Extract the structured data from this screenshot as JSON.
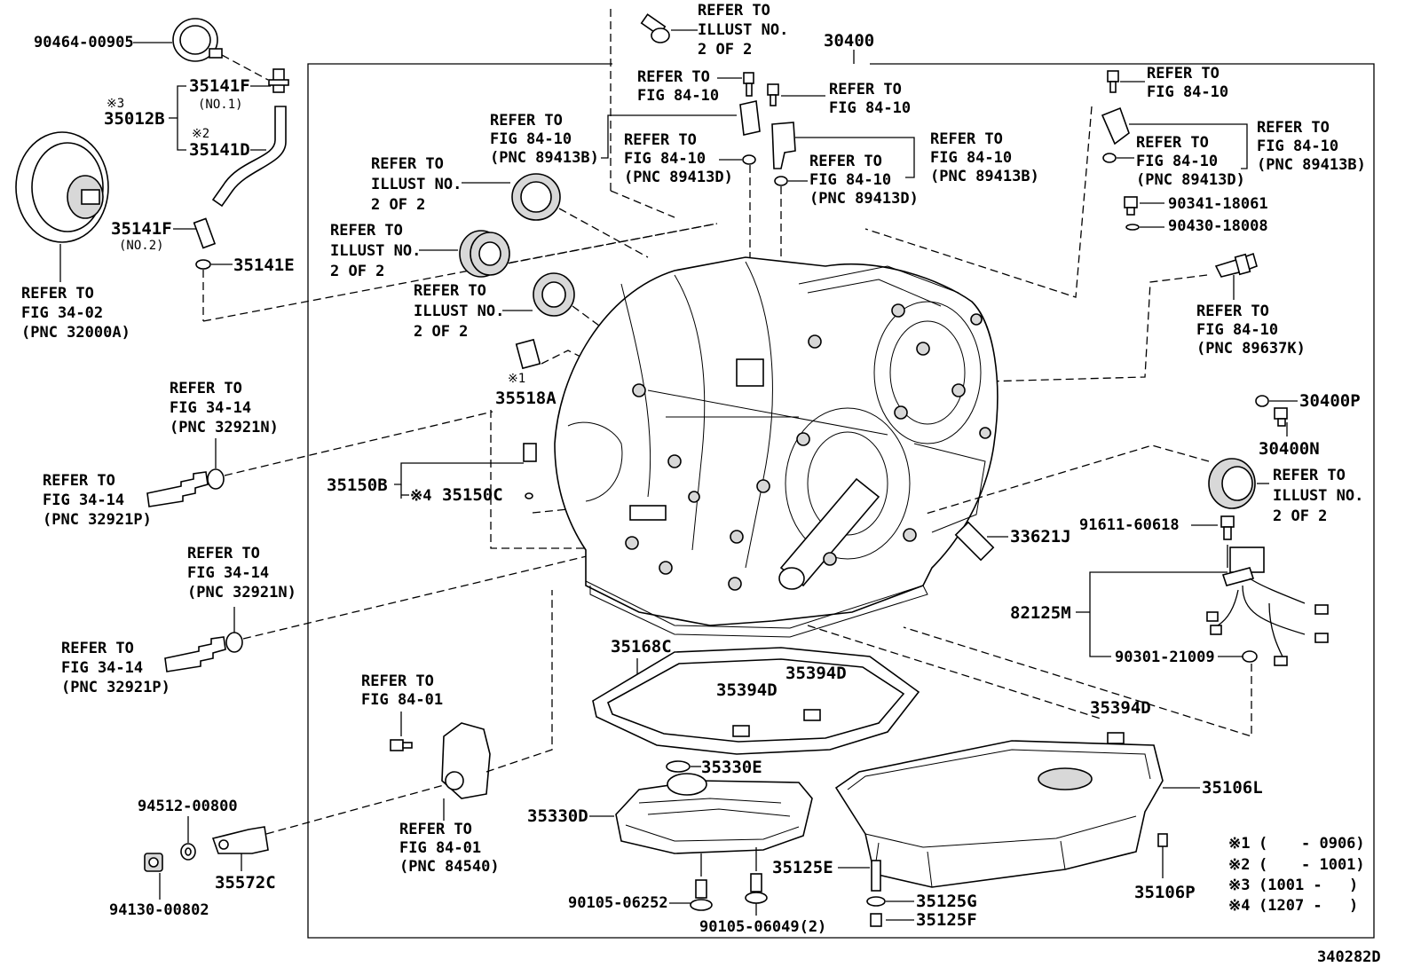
{
  "assembly_number": "30400",
  "footer_code": "340282D",
  "callouts": {
    "refer_illust_top": [
      "REFER TO",
      "ILLUST NO.",
      "2 OF 2"
    ],
    "refer_fig_84_10_a": [
      "REFER TO",
      "FIG 84-10"
    ],
    "refer_fig_84_10_b": [
      "REFER TO",
      "FIG 84-10"
    ],
    "refer_fig_84_10_c": [
      "REFER TO",
      "FIG 84-10"
    ],
    "refer_89413b_left": [
      "REFER TO",
      "FIG 84-10",
      "(PNC 89413B)"
    ],
    "refer_89413d_left": [
      "REFER TO",
      "FIG 84-10",
      "(PNC 89413D)"
    ],
    "refer_89413b_mid": [
      "REFER TO",
      "FIG 84-10",
      "(PNC 89413B)"
    ],
    "refer_89413d_mid": [
      "REFER TO",
      "FIG 84-10",
      "(PNC 89413D)"
    ],
    "refer_89413b_right": [
      "REFER TO",
      "FIG 84-10",
      "(PNC 89413B)"
    ],
    "refer_89413d_right": [
      "REFER TO",
      "FIG 84-10",
      "(PNC 89413D)"
    ],
    "refer_89637k": [
      "REFER TO",
      "FIG 84-10",
      "(PNC 89637K)"
    ],
    "refer_illust_a": [
      "REFER TO",
      "ILLUST NO.",
      "2 OF 2"
    ],
    "refer_illust_b": [
      "REFER TO",
      "ILLUST NO.",
      "2 OF 2"
    ],
    "refer_illust_c": [
      "REFER TO",
      "ILLUST NO.",
      "2 OF 2"
    ],
    "refer_illust_right": [
      "REFER TO",
      "ILLUST NO.",
      "2 OF 2"
    ],
    "refer_32000a": [
      "REFER TO",
      "FIG 34-02",
      "(PNC 32000A)"
    ],
    "refer_32921n_a": [
      "REFER TO",
      "FIG 34-14",
      "(PNC 32921N)"
    ],
    "refer_32921p_a": [
      "REFER TO",
      "FIG 34-14",
      "(PNC 32921P)"
    ],
    "refer_32921n_b": [
      "REFER TO",
      "FIG 34-14",
      "(PNC 32921N)"
    ],
    "refer_32921p_b": [
      "REFER TO",
      "FIG 34-14",
      "(PNC 32921P)"
    ],
    "refer_84_01": [
      "REFER TO",
      "FIG 84-01"
    ],
    "refer_84540": [
      "REFER TO",
      "FIG 84-01",
      "(PNC 84540)"
    ]
  },
  "parts": {
    "p90464": "90464-00905",
    "p35141f1": "35141F",
    "p35141f1_sub": "(NO.1)",
    "p35012b_mark": "※3",
    "p35012b": "35012B",
    "p35141d_mark": "※2",
    "p35141d": "35141D",
    "p35141f2": "35141F",
    "p35141f2_sub": "(NO.2)",
    "p35141e": "35141E",
    "p35518a_mark": "※1",
    "p35518a": "35518A",
    "p35150b": "35150B",
    "p35150c_mark": "※4",
    "p35150c": "35150C",
    "p90341": "90341-18061",
    "p90430": "90430-18008",
    "p30400p": "30400P",
    "p30400n": "30400N",
    "p91611": "91611-60618",
    "p33621j": "33621J",
    "p82125m": "82125M",
    "p90301": "90301-21009",
    "p35168c": "35168C",
    "p35394d_a": "35394D",
    "p35394d_b": "35394D",
    "p35394d_c": "35394D",
    "p35330e": "35330E",
    "p35330d": "35330D",
    "p35106l": "35106L",
    "p35106p": "35106P",
    "p35125e": "35125E",
    "p35125g": "35125G",
    "p35125f": "35125F",
    "p90105a": "90105-06252",
    "p90105b": "90105-06049(2)",
    "p94512": "94512-00800",
    "p94130": "94130-00802",
    "p35572c": "35572C"
  },
  "legend": [
    {
      "mark": "※1",
      "open": "(",
      "range": "- 0906)"
    },
    {
      "mark": "※2",
      "open": "(",
      "range": "- 1001)"
    },
    {
      "mark": "※3",
      "open": "(1001 -",
      "range": ")"
    },
    {
      "mark": "※4",
      "open": "(1207 -",
      "range": ")"
    }
  ]
}
